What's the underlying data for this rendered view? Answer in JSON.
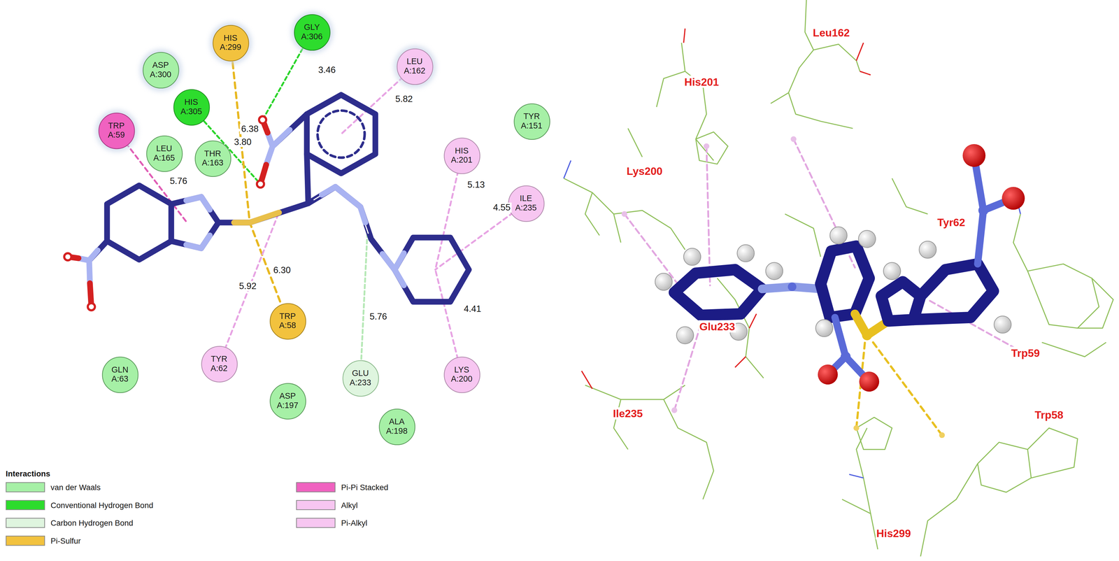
{
  "diagram": {
    "nodes": [
      {
        "text": [
          "HIS A:299"
        ]
      },
      {
        "text": [
          "GLY A:306"
        ]
      },
      {
        "text": [
          "ASP A:300"
        ]
      },
      {
        "text": [
          "LEU A:162"
        ]
      },
      {
        "text": [
          "TRP A:59"
        ]
      },
      {
        "text": [
          "HIS A:305"
        ]
      },
      {
        "text": [
          "TYR A:151"
        ]
      },
      {
        "text": [
          "LEU A:165"
        ]
      },
      {
        "text": [
          "THR A:163"
        ]
      },
      {
        "text": [
          "HIS A:201"
        ]
      },
      {
        "text": [
          "ILE A:235"
        ]
      },
      {
        "text": [
          "TRP A:58"
        ]
      },
      {
        "text": [
          "TYR A:62"
        ]
      },
      {
        "text": [
          "GLN A:63"
        ]
      },
      {
        "text": [
          "GLU A:233"
        ]
      },
      {
        "text": [
          "LYS A:200"
        ]
      },
      {
        "text": [
          "ASP A:197"
        ]
      },
      {
        "text": [
          "ALA A:198"
        ]
      }
    ],
    "labels": [
      "3.46",
      "6.38",
      "3.80",
      "5.76",
      "5.82",
      "5.13",
      "4.55",
      "6.30",
      "5.92",
      "5.76",
      "4.41",
      "Interactions",
      "Leu162",
      "His201",
      "Lys200",
      "Tyr62",
      "Glu233",
      "Ile235",
      "Trp59",
      "Trp58",
      "His299"
    ],
    "legend": [
      {
        "text": "van der Waals",
        "color": "#a6f0a6"
      },
      {
        "text": "Conventional Hydrogen Bond",
        "color": "#2ddc2d"
      },
      {
        "text": "Carbon Hydrogen Bond",
        "color": "#dff5df"
      },
      {
        "text": "Pi-Sulfur",
        "color": "#f2c23e"
      },
      {
        "text": "Pi-Pi Stacked",
        "color": "#f062c0"
      },
      {
        "text": "Alkyl",
        "color": "#f7c6f1"
      },
      {
        "text": "Pi-Alkyl",
        "color": "#f7c6f1"
      }
    ]
  }
}
